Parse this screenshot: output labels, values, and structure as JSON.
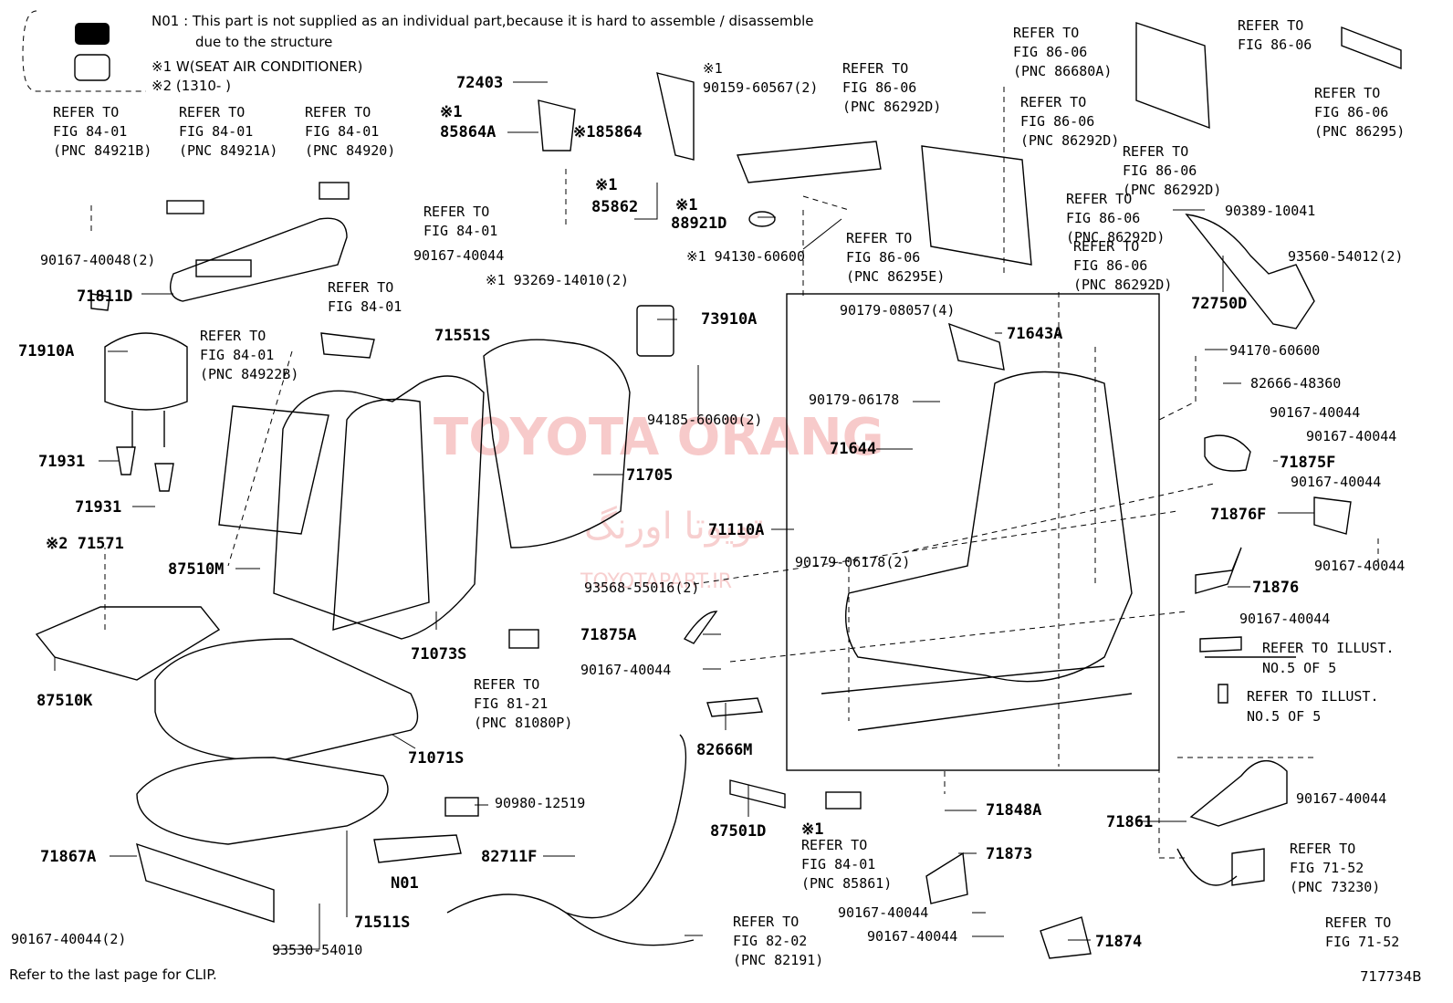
{
  "legend": {
    "n01_line1": "N01 : This part is not supplied as an individual part,because it is hard to assemble / disassemble",
    "n01_line2": "due to the structure",
    "note1": "※1 W(SEAT AIR CONDITIONER)",
    "note2": "※2 (1310-      )"
  },
  "footer": {
    "clip_note": "Refer to the last page for CLIP.",
    "illustration_id": "717734B"
  },
  "watermark": {
    "title": "TOYOTA ORANG",
    "persian": "تویوتا اورنگ",
    "site": "TOYOTAPART.IR"
  },
  "refs": [
    {
      "id": "r1",
      "lines": [
        "REFER TO",
        "FIG 84-01",
        "(PNC 84921B)"
      ]
    },
    {
      "id": "r2",
      "lines": [
        "REFER TO",
        "FIG 84-01",
        "(PNC 84921A)"
      ]
    },
    {
      "id": "r3",
      "lines": [
        "REFER TO",
        "FIG 84-01",
        "(PNC 84920)"
      ]
    },
    {
      "id": "r4",
      "lines": [
        "REFER TO",
        "FIG 84-01"
      ]
    },
    {
      "id": "r5",
      "lines": [
        "REFER TO",
        "FIG 84-01"
      ]
    },
    {
      "id": "r6",
      "lines": [
        "REFER TO",
        "FIG 84-01",
        "(PNC 84922B)"
      ]
    },
    {
      "id": "r7",
      "lines": [
        "REFER TO",
        "FIG 86-06",
        "(PNC 86292D)"
      ]
    },
    {
      "id": "r8",
      "lines": [
        "REFER TO",
        "FIG 86-06",
        "(PNC 86292D)"
      ]
    },
    {
      "id": "r9",
      "lines": [
        "REFER TO",
        "FIG 86-06",
        "(PNC 86680A)"
      ]
    },
    {
      "id": "r10",
      "lines": [
        "REFER TO",
        "FIG 86-06"
      ]
    },
    {
      "id": "r11",
      "lines": [
        "REFER TO",
        "FIG 86-06",
        "(PNC 86295)"
      ]
    },
    {
      "id": "r12",
      "lines": [
        "REFER TO",
        "FIG 86-06",
        "(PNC 86292D)"
      ]
    },
    {
      "id": "r13",
      "lines": [
        "REFER TO",
        "FIG 86-06",
        "(PNC 86292D)"
      ]
    },
    {
      "id": "r14",
      "lines": [
        "REFER TO",
        "FIG 86-06",
        "(PNC 86295E)"
      ]
    },
    {
      "id": "r15",
      "lines": [
        "REFER TO",
        "FIG 86-06",
        "(PNC 86292D)"
      ]
    },
    {
      "id": "r16",
      "lines": [
        "REFER TO",
        "FIG 81-21",
        "(PNC 81080P)"
      ]
    },
    {
      "id": "r17",
      "lines": [
        "REFER TO ILLUST.",
        "NO.5 OF 5"
      ]
    },
    {
      "id": "r18",
      "lines": [
        "REFER TO ILLUST.",
        "NO.5 OF 5"
      ]
    },
    {
      "id": "r19",
      "lines": [
        "REFER TO",
        "FIG 84-01",
        "(PNC 85861)"
      ]
    },
    {
      "id": "r20",
      "lines": [
        "REFER TO",
        "FIG 82-02",
        "(PNC 82191)"
      ]
    },
    {
      "id": "r21",
      "lines": [
        "REFER TO",
        "FIG 71-52",
        "(PNC 73230)"
      ]
    },
    {
      "id": "r22",
      "lines": [
        "REFER TO",
        "FIG 71-52"
      ]
    }
  ],
  "part_numbers": [
    "72403",
    "※1",
    "85864A",
    "※185864",
    "※1",
    "90159-60567(2)",
    "※1",
    "85862",
    "※1",
    "88921D",
    "※1 94130-60600",
    "※1 93269-14010(2)",
    "90167-40048(2)",
    "90167-40044",
    "71811D",
    "71910A",
    "71931",
    "71931",
    "※2 71571",
    "87510M",
    "87510K",
    "71551S",
    "71705",
    "71073S",
    "93568-55016(2)",
    "73910A",
    "94185-60600(2)",
    "71875A",
    "90167-40044",
    "82666M",
    "71071S",
    "90980-12519",
    "71867A",
    "N01",
    "71511S",
    "90167-40044(2)",
    "93530-54010",
    "82711F",
    "87501D",
    "90179-08057(4)",
    "71643A",
    "90179-06178",
    "71644",
    "71110A",
    "90179-06178(2)",
    "90389-10041",
    "93560-54012(2)",
    "72750D",
    "94170-60600",
    "82666-48360",
    "90167-40044",
    "90167-40044",
    "71875F",
    "90167-40044",
    "71876F",
    "90167-40044",
    "71876",
    "90167-40044",
    "71848A",
    "71873",
    "90167-40044",
    "90167-40044",
    "71874",
    "71861",
    "90167-40044",
    "※1"
  ]
}
